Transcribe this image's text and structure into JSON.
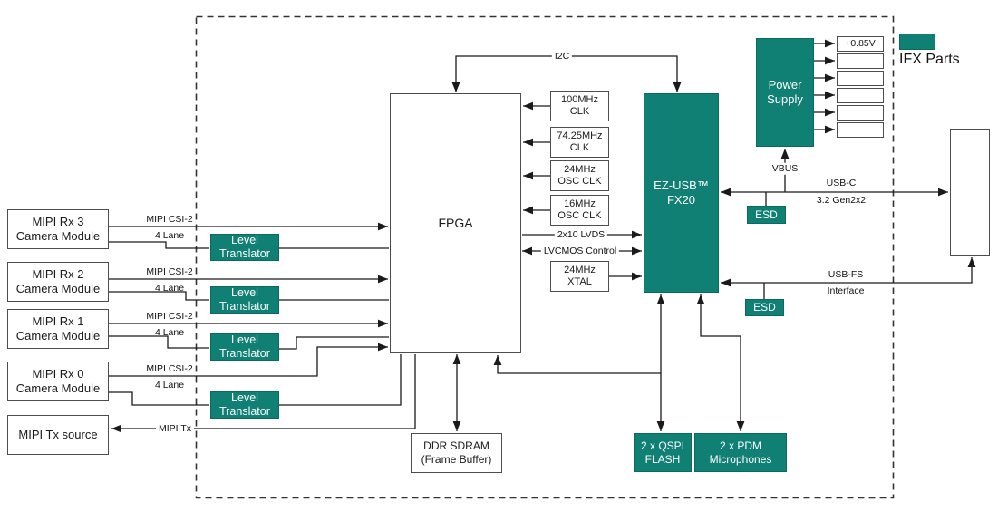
{
  "diagram": {
    "accent_color": "#108074",
    "legend": {
      "label": "IFX Parts"
    },
    "blocks": {
      "camera3": "MIPI Rx 3\nCamera Module",
      "camera2": "MIPI Rx 2\nCamera Module",
      "camera1": "MIPI Rx 1\nCamera Module",
      "camera0": "MIPI Rx 0\nCamera Module",
      "mipi_tx_source": "MIPI Tx source",
      "level_translator": "Level\nTranslator",
      "fpga": "FPGA",
      "clk_100": "100MHz\nCLK",
      "clk_7425": "74.25MHz\nCLK",
      "clk_24_osc": "24MHz\nOSC CLK",
      "clk_16_osc": "16MHz\nOSC CLK",
      "xtal_24": "24MHz\nXTAL",
      "ez_usb": "EZ-USB™\nFX20",
      "power_supply": "Power\nSupply",
      "psu_rail_0": "+0.85V",
      "esd": "ESD",
      "ddr_sdram": "DDR SDRAM\n(Frame Buffer)",
      "qspi_flash": "2 x QSPI\nFLASH",
      "pdm_mics": "2 x PDM\nMicrophones"
    },
    "labels": {
      "i2c": "I2C",
      "lvds": "2x10 LVDS",
      "lvcmos": "LVCMOS Control",
      "mipi_csi": "MIPI CSI-2",
      "mipi_csi_lanes": "4 Lane",
      "mipi_tx": "MIPI Tx",
      "vbus": "VBUS",
      "usbc_line1": "USB-C",
      "usbc_line2": "3.2 Gen2x2",
      "usbfs_line1": "USB-FS",
      "usbfs_line2": "Interface"
    }
  }
}
